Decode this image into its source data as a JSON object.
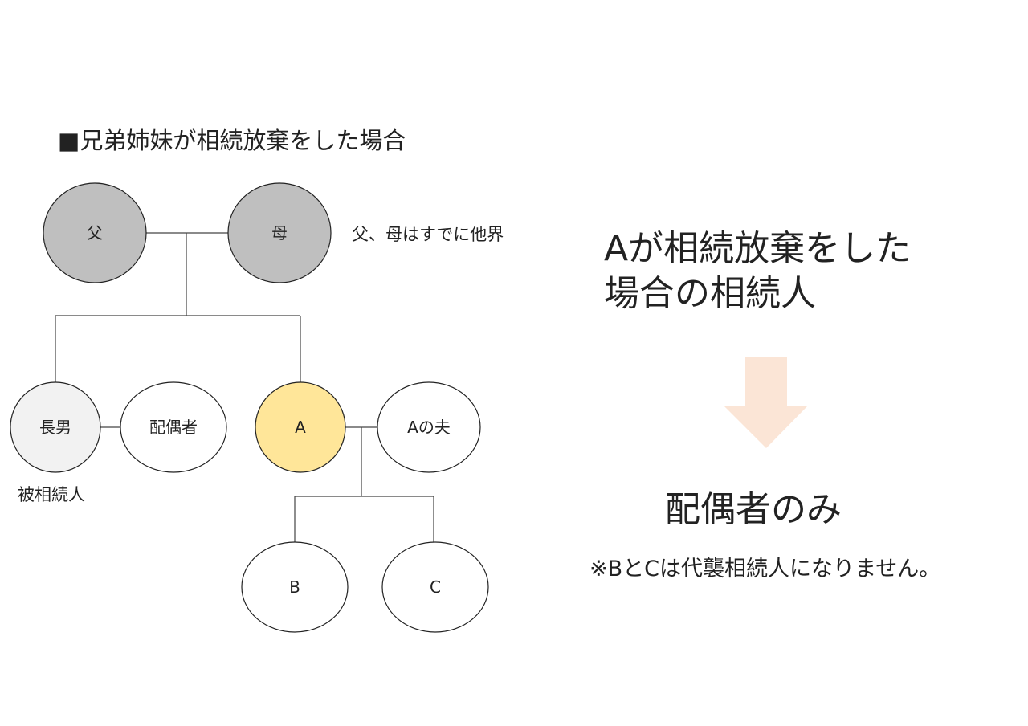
{
  "title": "■兄弟姉妹が相続放棄をした場合",
  "note": "父、母はすでに他界",
  "deceased_label": "被相続人",
  "heading": {
    "line1": "Aが相続放棄をした",
    "line2": "場合の相続人"
  },
  "result": "配偶者のみ",
  "footnote": "※BとCは代襲相続人になりません。",
  "nodes": {
    "father": "父",
    "mother": "母",
    "eldest_son": "長男",
    "spouse": "配偶者",
    "a": "A",
    "a_husband": "Aの夫",
    "b": "B",
    "c": "C"
  },
  "colors": {
    "parents_fill": "#bfbfbf",
    "deceased_fill": "#f2f2f2",
    "a_fill": "#ffe699",
    "default_fill": "#ffffff",
    "arrow_fill": "#fbe5d6",
    "line": "#444444"
  }
}
